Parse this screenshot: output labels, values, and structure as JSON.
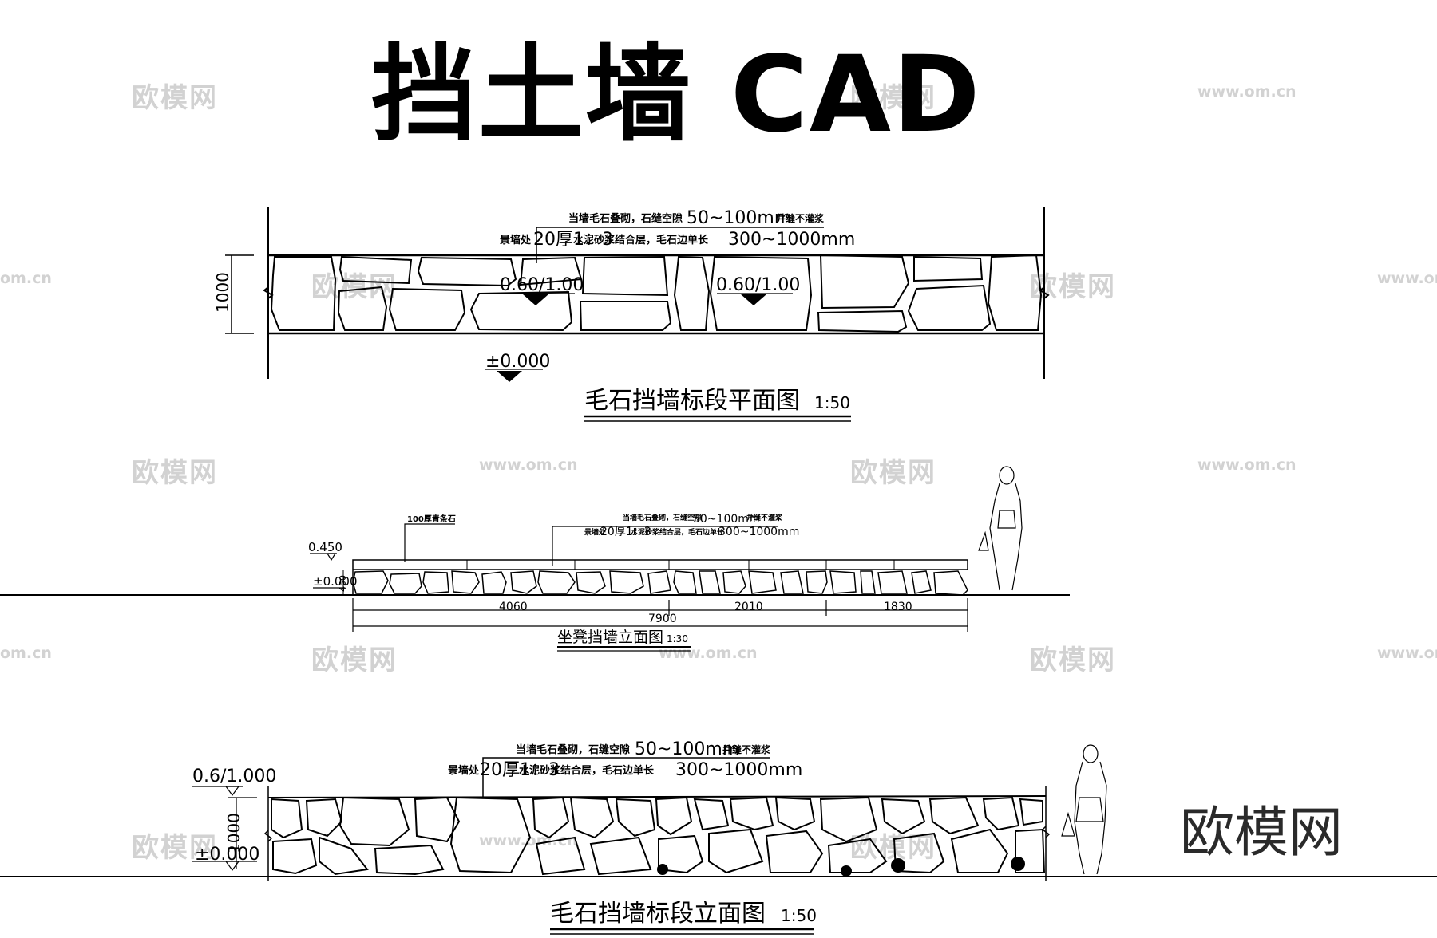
{
  "title": "挡土墙 CAD",
  "watermark": {
    "brand": "欧模网",
    "url": "www.om.cn",
    "url_partial": "om.cn"
  },
  "plan": {
    "caption": "毛石挡墙标段平面图",
    "scale": "1:50",
    "note1_small": "当墙毛石叠砌，石缝空隙",
    "note1_large": "50~100mm",
    "note1_tail": "并缝不灌浆",
    "note2_small": "景墙处",
    "note2_large": "20厚1：3",
    "note2_small2": "水泥砂浆结合层，毛石边单长",
    "note2_large2": "300~1000mm",
    "dim_height": "1000",
    "level_1": "0.60/1.00",
    "level_2": "0.60/1.00",
    "level_ground": "±0.000"
  },
  "bench": {
    "caption": "坐凳挡墙立面图",
    "scale": "1:30",
    "label_top": "100厚青条石",
    "note1_small": "当墙毛石叠砌，石缝空隙",
    "note1_large": "50~100mm",
    "note1_tail": "并缝不灌浆",
    "note2_small": "景墙处",
    "note2_large": "20厚1：3",
    "note2_small2": "水泥砂浆结合层，毛石边单长",
    "note2_large2": "300~1000mm",
    "level_top": "0.450",
    "level_base": "±0.000",
    "dim_side": "450",
    "dims": [
      "4060",
      "2010",
      "1830"
    ],
    "dim_total": "7900"
  },
  "elev": {
    "caption": "毛石挡墙标段立面图",
    "scale": "1:50",
    "note1_small": "当墙毛石叠砌，石缝空隙",
    "note1_large": "50~100mm",
    "note1_tail": "并缝不灌浆",
    "note2_small": "景墙处",
    "note2_large": "20厚1：3",
    "note2_small2": "水泥砂浆结合层，毛石边单长",
    "note2_large2": "300~1000mm",
    "level_top": "0.6/1.000",
    "level_base": "±0.000",
    "dim_height": "1000"
  }
}
